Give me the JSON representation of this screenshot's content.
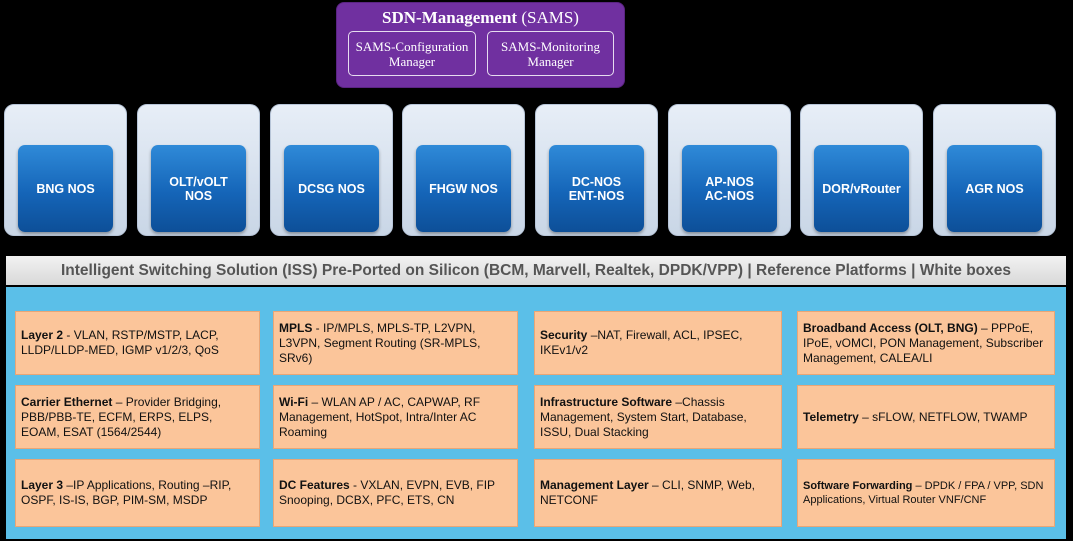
{
  "sams": {
    "title_bold": "SDN-Management",
    "title_rest": " (SAMS)",
    "config_manager": "SAMS-Configuration Manager",
    "monitoring_manager": "SAMS-Monitoring Manager"
  },
  "nos": [
    {
      "line1": "BNG NOS",
      "line2": ""
    },
    {
      "line1": "OLT/vOLT",
      "line2": "NOS"
    },
    {
      "line1": "DCSG NOS",
      "line2": ""
    },
    {
      "line1": "FHGW NOS",
      "line2": ""
    },
    {
      "line1": "DC-NOS",
      "line2": "ENT-NOS"
    },
    {
      "line1": "AP-NOS",
      "line2": "AC-NOS"
    },
    {
      "line1": "DOR/vRouter",
      "line2": ""
    },
    {
      "line1": "AGR NOS",
      "line2": ""
    }
  ],
  "iss_banner": "Intelligent Switching Solution (ISS) Pre-Ported on Silicon (BCM, Marvell, Realtek, DPDK/VPP) | Reference Platforms | White boxes",
  "features": {
    "col1": [
      {
        "title": "Layer 2",
        "text": " - VLAN, RSTP/MSTP, LACP, LLDP/LLDP-MED, IGMP v1/2/3, QoS"
      },
      {
        "title": "Carrier Ethernet",
        "text": " – Provider Bridging, PBB/PBB-TE, ECFM, ERPS, ELPS, EOAM, ESAT (1564/2544)"
      },
      {
        "title": "Layer 3",
        "text": " –IP Applications, Routing –RIP, OSPF, IS-IS, BGP, PIM-SM, MSDP"
      }
    ],
    "col2": [
      {
        "title": "MPLS",
        "text": " - IP/MPLS, MPLS-TP, L2VPN, L3VPN, Segment Routing (SR-MPLS, SRv6)"
      },
      {
        "title": "Wi-Fi",
        "text": " – WLAN AP / AC, CAPWAP, RF Management, HotSpot, Intra/Inter AC Roaming"
      },
      {
        "title": "DC Features",
        "text": " - VXLAN, EVPN, EVB, FIP Snooping, DCBX, PFC, ETS, CN"
      }
    ],
    "col3": [
      {
        "title": "Security",
        "text": " –NAT, Firewall, ACL, IPSEC, IKEv1/v2"
      },
      {
        "title": "Infrastructure Software",
        "text": " –Chassis Management, System Start, Database, ISSU, Dual Stacking"
      },
      {
        "title": "Management Layer",
        "text": " – CLI, SNMP, Web, NETCONF"
      }
    ],
    "col4": [
      {
        "title": "Broadband Access (OLT, BNG)",
        "text": " – PPPoE, IPoE, vOMCI, PON Management, Subscriber Management, CALEA/LI"
      },
      {
        "title": "Telemetry",
        "text": " – sFLOW, NETFLOW, TWAMP"
      },
      {
        "title": "Software Forwarding",
        "text": " – DPDK / FPA / VPP, SDN Applications, Virtual Router VNF/CNF"
      }
    ]
  }
}
